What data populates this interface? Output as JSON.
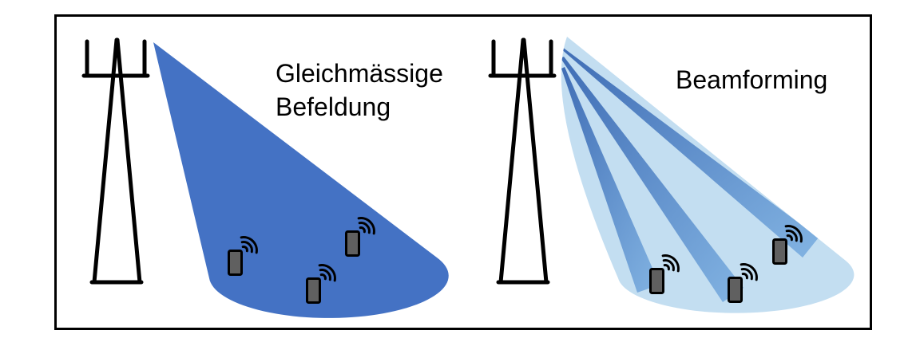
{
  "diagram": {
    "panels": [
      {
        "id": "uniform-coverage",
        "label": "Gleichmässige\nBefeldung",
        "tower_icon": "antenna-tower-icon",
        "device_icon": "mobile-phone-icon",
        "signal_icon": "wifi-signal-icon",
        "device_count": 3
      },
      {
        "id": "beamforming",
        "label": "Beamforming",
        "tower_icon": "antenna-tower-icon",
        "device_icon": "mobile-phone-icon",
        "signal_icon": "wifi-signal-icon",
        "device_count": 3,
        "beam_count": 3
      }
    ]
  },
  "colors": {
    "uniform_beam": "#4472c4",
    "coverage_light": "#c3def1",
    "focused_beam_start": "#3f6db5",
    "focused_beam_end": "#7fb0e0",
    "device_fill": "#606060",
    "outline": "#000000",
    "background": "#ffffff"
  }
}
